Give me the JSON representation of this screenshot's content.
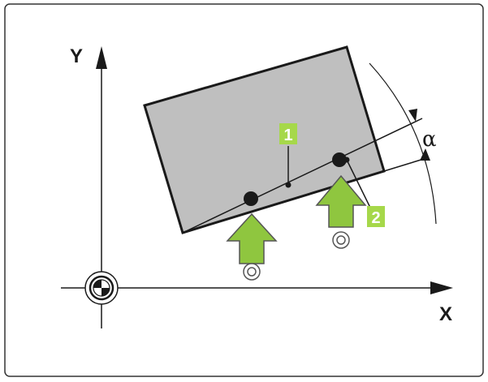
{
  "axes": {
    "x_label": "X",
    "y_label": "Y",
    "angle_label": "α"
  },
  "markers": [
    {
      "id": "1",
      "label": "1"
    },
    {
      "id": "2",
      "label": "2"
    }
  ],
  "colors": {
    "frame": "#333333",
    "plate_fill": "#bfbfbf",
    "plate_stroke": "#1a1a1a",
    "arrow_fill": "#8fc63f",
    "arrow_stroke": "#555555",
    "label_box": "#a6d84a",
    "label_text": "#ffffff",
    "line": "#1a1a1a"
  },
  "icons": {
    "datum": "crosshair-target-icon",
    "probe": "probe-target-icon",
    "arrow": "arrow-up-icon"
  }
}
